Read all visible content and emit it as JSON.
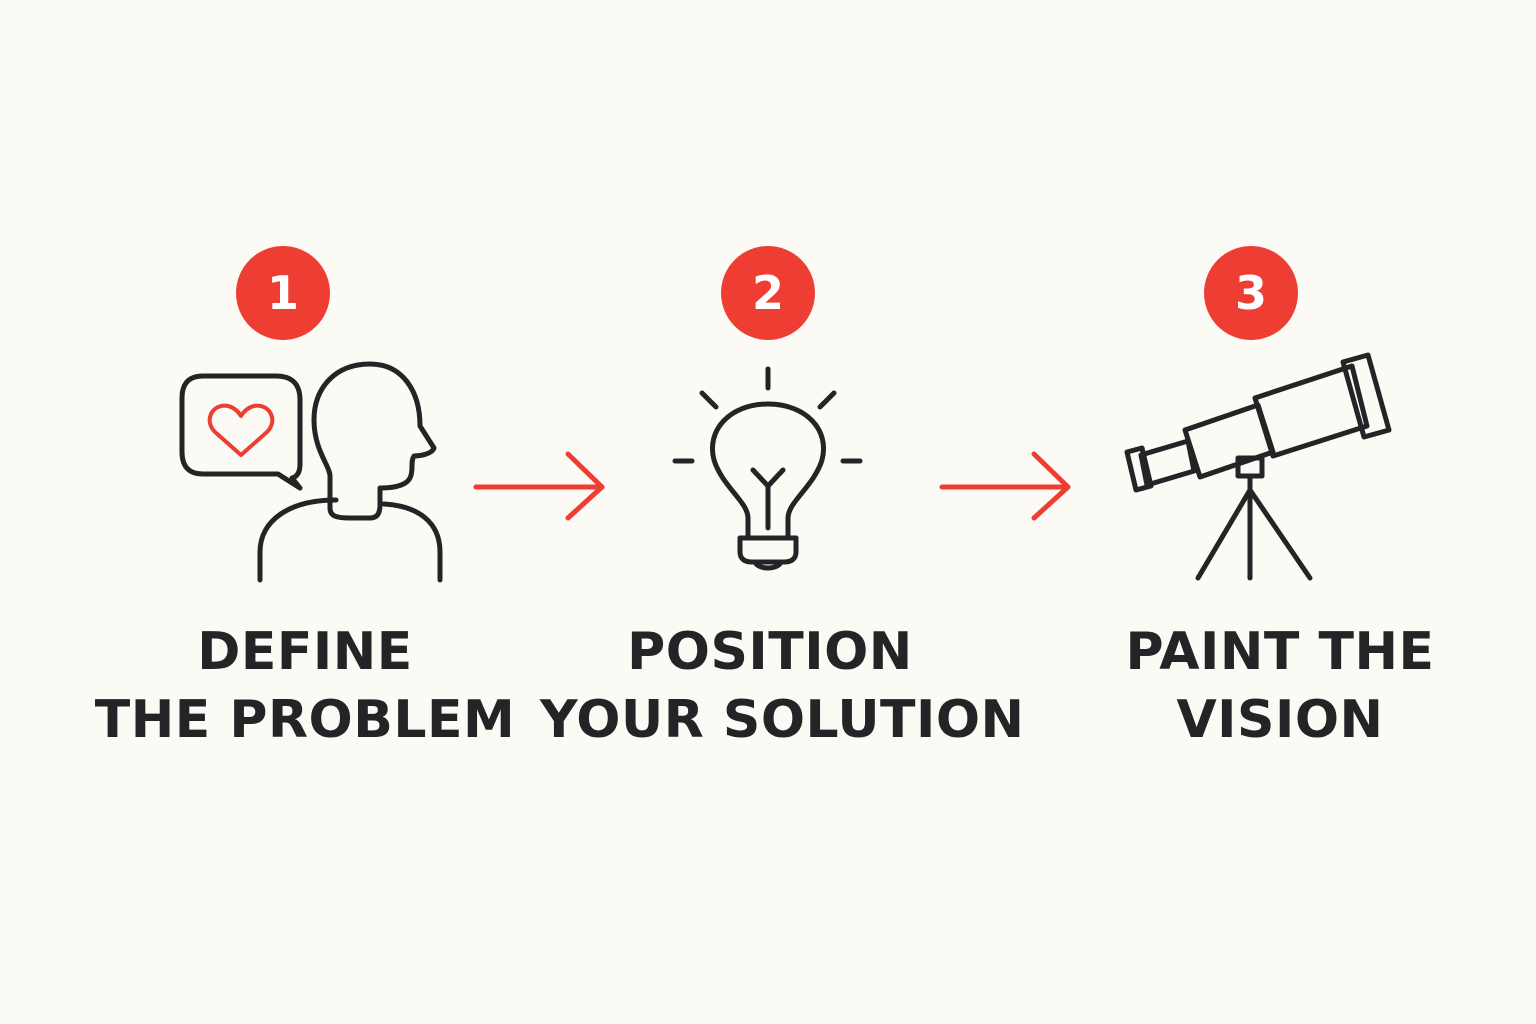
{
  "colors": {
    "background": "#fcfaf5",
    "accent": "#ee3e33",
    "ink": "#222425"
  },
  "steps": [
    {
      "number": "1",
      "icon": "person-speech-heart-icon",
      "label_lines": [
        "DEFINE",
        "THE PROBLEM"
      ]
    },
    {
      "number": "2",
      "icon": "lightbulb-icon",
      "label_lines": [
        "POSITION",
        "YOUR SOLUTION"
      ]
    },
    {
      "number": "3",
      "icon": "telescope-icon",
      "label_lines": [
        "PAINT THE",
        "VISION"
      ]
    }
  ],
  "connectors": [
    {
      "from": "1",
      "to": "2",
      "icon": "arrow-right-icon"
    },
    {
      "from": "2",
      "to": "3",
      "icon": "arrow-right-icon"
    }
  ]
}
